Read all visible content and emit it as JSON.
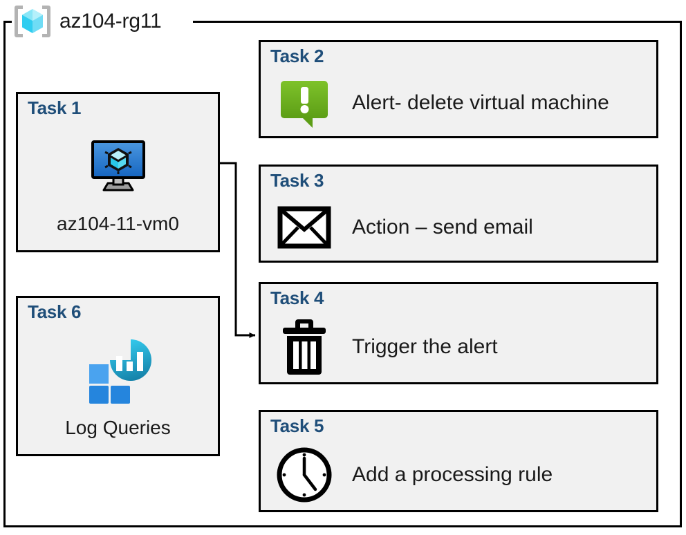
{
  "diagram": {
    "type": "azure-resource-group-task-diagram",
    "container": {
      "title": "az104-rg11",
      "icon": "azure-resource-group-icon"
    },
    "accent_color": "#1F4E79",
    "card_fill": "#f1f1f1",
    "card_border": "#000000",
    "cards": [
      {
        "id": "task1",
        "label": "Task 1",
        "caption": "az104-11-vm0",
        "icon": "virtual-machine-icon",
        "icon_colors": [
          "#2f7fd1",
          "#59a7e8",
          "#9fe6f5"
        ]
      },
      {
        "id": "task2",
        "label": "Task 2",
        "caption": "Alert- delete virtual machine",
        "icon": "alert-exclamation-bubble-icon",
        "icon_colors": [
          "#76bc21",
          "#4e9b18"
        ]
      },
      {
        "id": "task3",
        "label": "Task 3",
        "caption": "Action – send email",
        "icon": "envelope-icon",
        "icon_colors": [
          "#000000"
        ]
      },
      {
        "id": "task4",
        "label": "Task 4",
        "caption": "Trigger the alert",
        "icon": "trash-can-icon",
        "icon_colors": [
          "#000000"
        ]
      },
      {
        "id": "task5",
        "label": "Task 5",
        "caption": "Add a processing rule",
        "icon": "clock-icon",
        "icon_colors": [
          "#000000"
        ]
      },
      {
        "id": "task6",
        "label": "Task 6",
        "caption": "Log Queries",
        "icon": "log-analytics-icon",
        "icon_colors": [
          "#2aa9e0",
          "#1b8fd6",
          "#54a9f0",
          "#17788f"
        ]
      }
    ],
    "connectors": [
      {
        "id": "vm-to-task4",
        "from": "task1",
        "to": "task4",
        "style": "orthogonal-arrow",
        "color": "#000000"
      }
    ]
  }
}
